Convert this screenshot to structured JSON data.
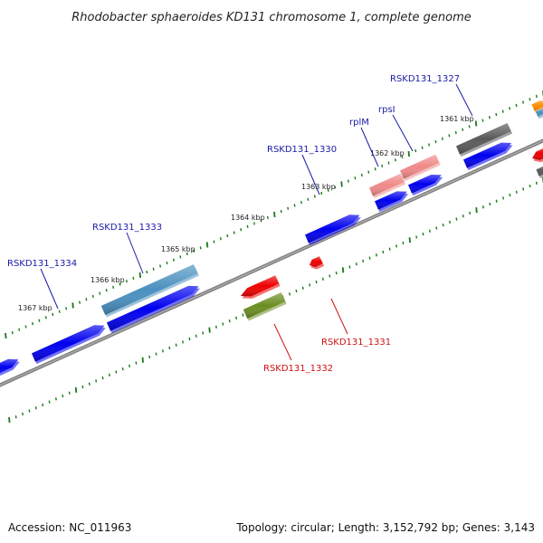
{
  "title": "Rhodobacter sphaeroides KD131 chromosome 1, complete genome",
  "footer": {
    "accession": "Accession: NC_011963",
    "summary": "Topology: circular; Length: 3,152,792 bp; Genes: 3,143"
  },
  "ticks": [
    {
      "label": "1361 kbp"
    },
    {
      "label": "1362 kbp"
    },
    {
      "label": "1363 kbp"
    },
    {
      "label": "1364 kbp"
    },
    {
      "label": "1365 kbp"
    },
    {
      "label": "1366 kbp"
    },
    {
      "label": "1367 kbp"
    }
  ],
  "forward_genes": [
    {
      "label": "RSKD131_1327",
      "color": "#5a5a5a"
    },
    {
      "label": "rpsI",
      "color": "#f08a8a"
    },
    {
      "label": "rplM",
      "color": "#f08a8a"
    },
    {
      "label": "RSKD131_1330",
      "color": "#0000ee"
    },
    {
      "label": "RSKD131_1333",
      "color": "#4682b4"
    },
    {
      "label": "RSKD131_1334",
      "color": "#0000ee"
    }
  ],
  "reverse_genes": [
    {
      "label": "RSKD131_1331",
      "color": "#ee0000"
    },
    {
      "label": "RSKD131_1332",
      "color": "#6b8e23"
    }
  ],
  "colors": {
    "backbone": "#808080",
    "cds": "#0000ee",
    "tick": "#1a7a1a",
    "label_forward": "#1a1aa6",
    "label_reverse": "#cc1111",
    "orange": "#ff8c00",
    "teal": "#4a90c0"
  }
}
